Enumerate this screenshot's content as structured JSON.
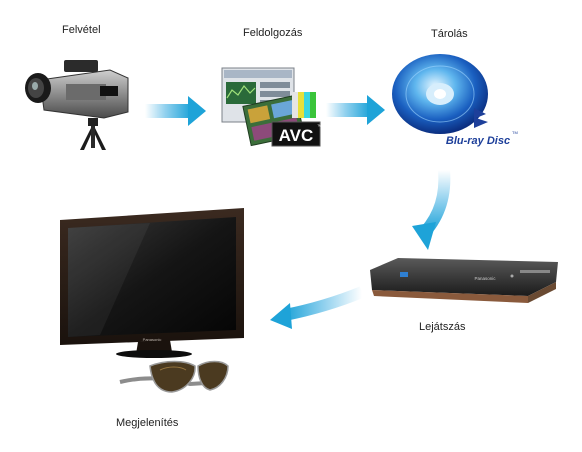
{
  "steps": {
    "capture": {
      "label": "Felvétel",
      "icon": "camcorder-icon"
    },
    "processing": {
      "label": "Feldolgozás",
      "icon": "editing-screens-icon",
      "badge": "AVC",
      "badge_tm": "™"
    },
    "storage": {
      "label": "Tárolás",
      "icon": "blu-ray-disc-icon",
      "logo_text": "Blu-ray Disc",
      "logo_tm": "TM"
    },
    "playback": {
      "label": "Lejátszás",
      "icon": "blu-ray-player-icon",
      "brand": "Panasonic"
    },
    "display": {
      "label": "Megjelenítés",
      "icon": "tv-icon",
      "brand": "Panasonic",
      "accessory_icon": "3d-glasses-icon"
    }
  },
  "colors": {
    "arrow": "#1ea3d8",
    "arrow_light": "#bfe6f5",
    "background": "#ffffff"
  }
}
